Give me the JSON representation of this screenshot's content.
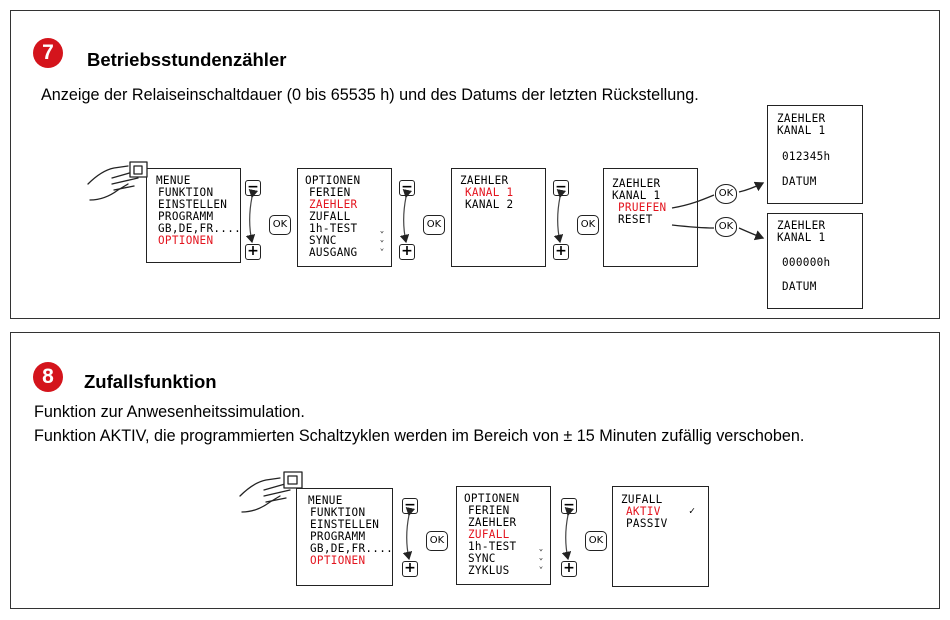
{
  "section7": {
    "number": "7",
    "title": "Betriebsstundenzähler",
    "description": "Anzeige der Relaiseinschaltdauer (0 bis 65535 h) und des Datums der letzten Rückstellung.",
    "menu_screen": [
      "MENUE",
      "FUNKTION",
      "EINSTELLEN",
      "PROGRAMM",
      "GB,DE,FR....",
      "OPTIONEN"
    ],
    "options_screen": [
      "OPTIONEN",
      "FERIEN",
      "ZAEHLER",
      "ZUFALL",
      "1h-TEST",
      "SYNC",
      "AUSGANG"
    ],
    "zaehler_screen": [
      "ZAEHLER",
      "KANAL 1",
      "KANAL 2"
    ],
    "kanal_screen": [
      "ZAEHLER",
      "KANAL 1",
      "PRUEFEN",
      "RESET"
    ],
    "result_pruefen": [
      "ZAEHLER",
      "KANAL 1",
      "012345h",
      "DATUM"
    ],
    "result_reset": [
      "ZAEHLER",
      "KANAL 1",
      "000000h",
      "DATUM"
    ]
  },
  "section8": {
    "number": "8",
    "title": "Zufallsfunktion",
    "description_line1": "Funktion zur Anwesenheitssimulation.",
    "description_line2": "Funktion AKTIV, die programmierten Schaltzyklen werden im Bereich von ± 15 Minuten zufällig verschoben.",
    "menu_screen": [
      "MENUE",
      "FUNKTION",
      "EINSTELLEN",
      "PROGRAMM",
      "GB,DE,FR....",
      "OPTIONEN"
    ],
    "options_screen": [
      "OPTIONEN",
      "FERIEN",
      "ZAEHLER",
      "ZUFALL",
      "1h-TEST",
      "SYNC",
      "ZYKLUS"
    ],
    "zufall_screen": [
      "ZUFALL",
      "AKTIV",
      "PASSIV"
    ],
    "checkmark": "✓"
  },
  "buttons": {
    "minus": "−",
    "plus": "+",
    "ok": "OK",
    "scroll": "⌄⌄⌄"
  },
  "colors": {
    "accent_red": "#e3141e",
    "badge_red": "#d4141c"
  },
  "icons": [
    "pointing-hand-icon",
    "scroll-arrow-icon",
    "arrow-icon"
  ]
}
